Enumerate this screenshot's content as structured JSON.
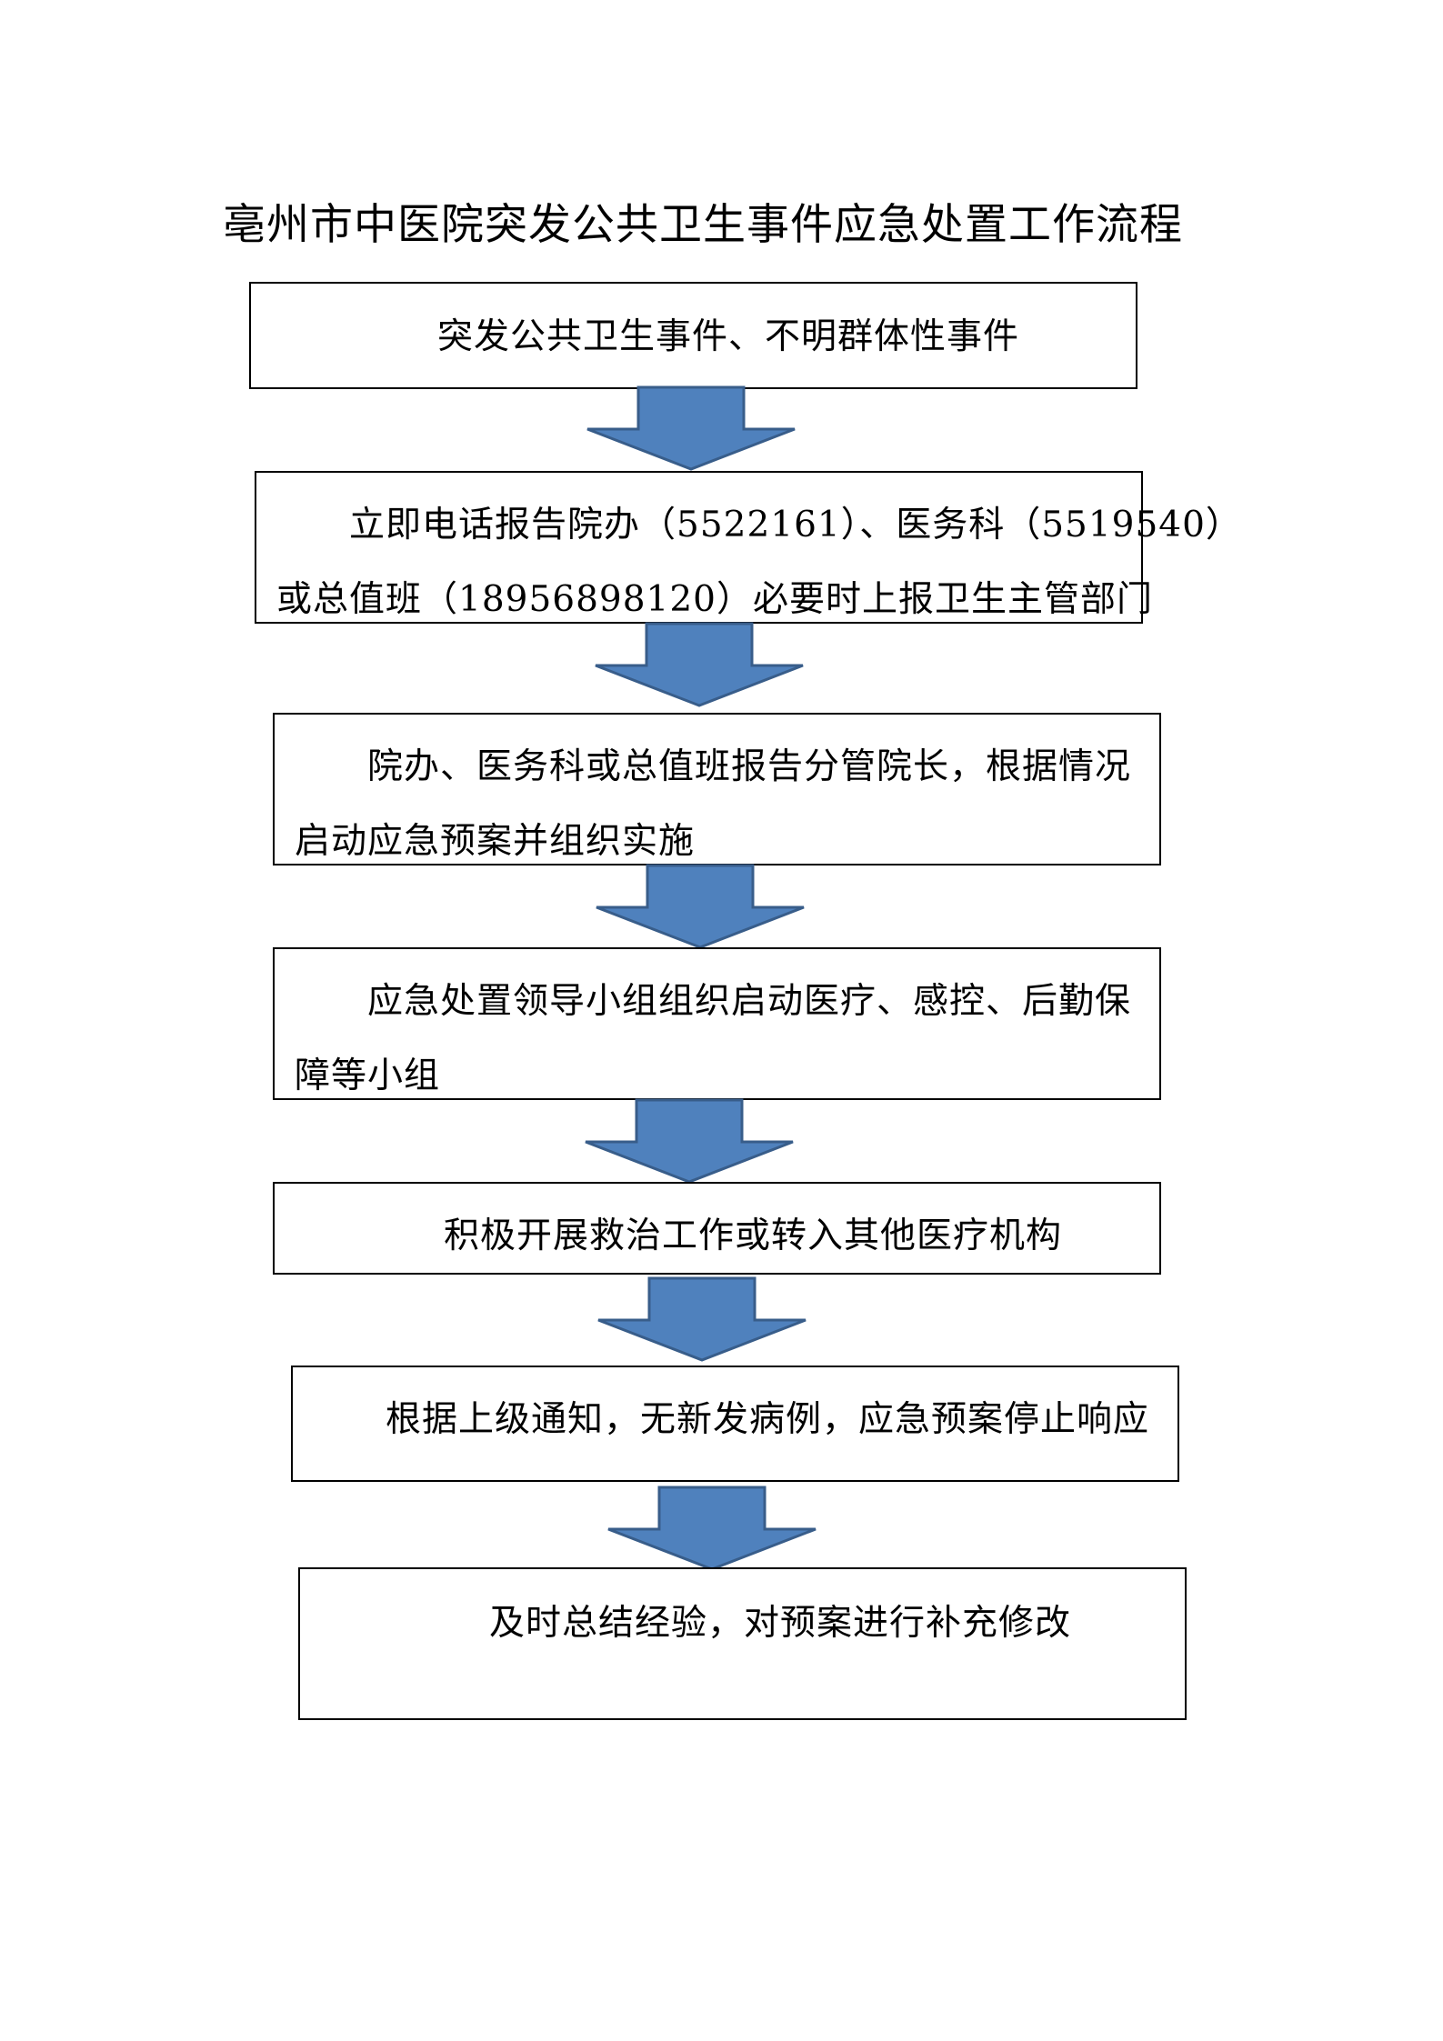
{
  "title": "亳州市中医院突发公共卫生事件应急处置工作流程",
  "colors": {
    "arrow_fill": "#4F81BD",
    "arrow_stroke": "#385D8A",
    "border": "#000000"
  },
  "steps": [
    {
      "lines": [
        "突发公共卫生事件、不明群体性事件"
      ]
    },
    {
      "lines": [
        "立即电话报告院办（5522161）、医务科（5519540）",
        "或总值班（18956898120）必要时上报卫生主管部门"
      ]
    },
    {
      "lines": [
        "院办、医务科或总值班报告分管院长，根据情况",
        "启动应急预案并组织实施"
      ]
    },
    {
      "lines": [
        "应急处置领导小组组织启动医疗、感控、后勤保",
        "障等小组"
      ]
    },
    {
      "lines": [
        "积极开展救治工作或转入其他医疗机构"
      ]
    },
    {
      "lines": [
        "根据上级通知，无新发病例，应急预案停止响应"
      ]
    },
    {
      "lines": [
        "及时总结经验，对预案进行补充修改"
      ]
    }
  ]
}
